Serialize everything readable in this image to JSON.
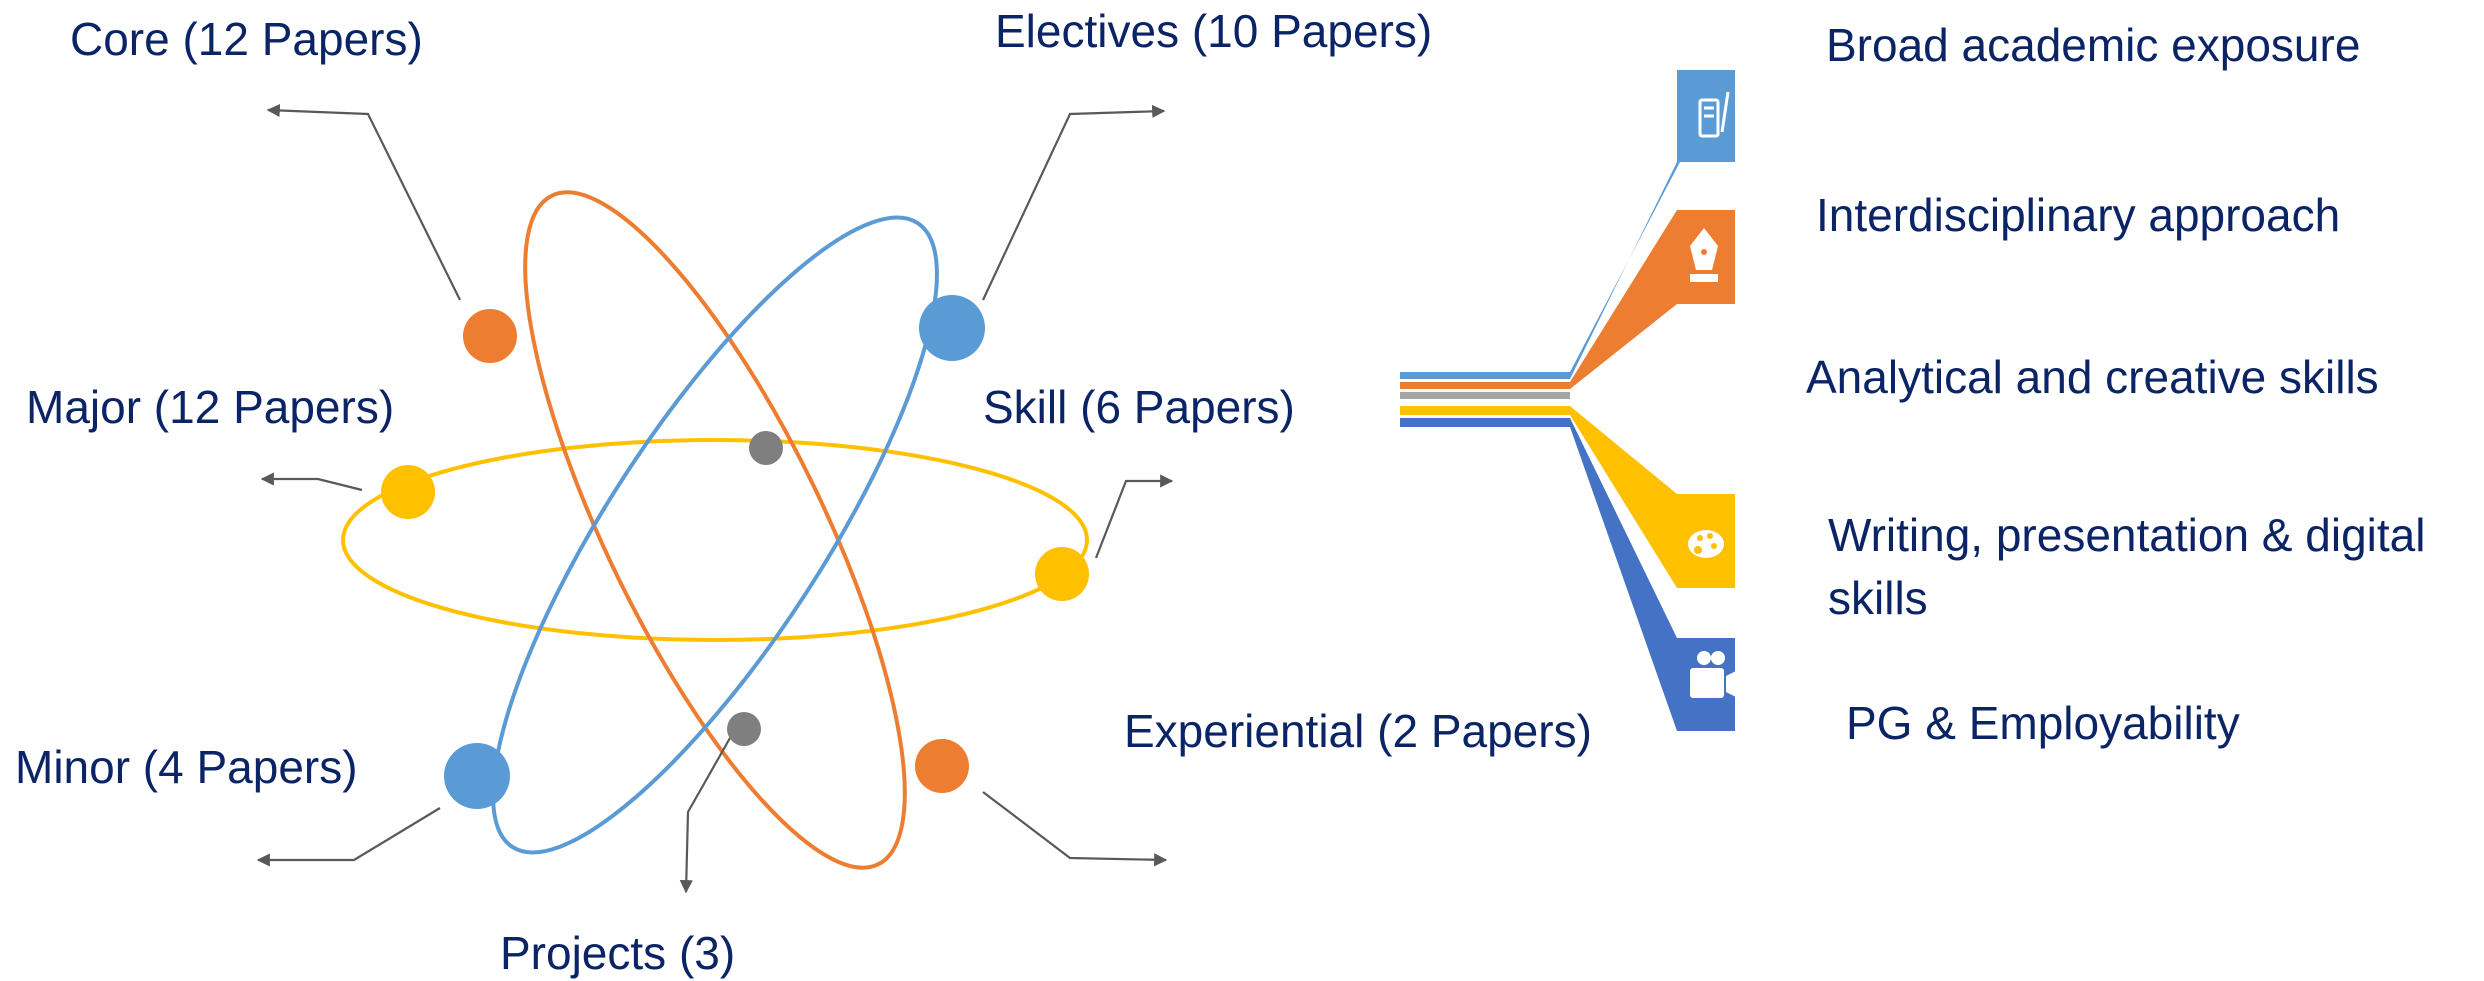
{
  "colors": {
    "text": "#0b2465",
    "orange": "#ed7d31",
    "blue": "#5b9bd5",
    "yellow": "#ffc000",
    "gray": "#7f7f7f",
    "dark_blue": "#4472c4",
    "arrow": "#595959"
  },
  "atom": {
    "labels": {
      "core": "Core (12 Papers)",
      "electives": "Electives (10 Papers)",
      "major": "Major (12 Papers)",
      "skill": "Skill (6 Papers)",
      "minor": "Minor (4 Papers)",
      "experiential": "Experiential (2 Papers)",
      "projects": "Projects (3)"
    }
  },
  "outcomes": {
    "items": [
      {
        "label": "Broad academic exposure",
        "color": "#5b9bd5",
        "icon": "pencil-cup-icon"
      },
      {
        "label": "Interdisciplinary approach",
        "color": "#ed7d31",
        "icon": "fountain-pen-icon"
      },
      {
        "label": "Analytical and creative  skills",
        "color": "#a5a5a5",
        "icon": ""
      },
      {
        "label": "Writing, presentation & digital skills",
        "color": "#ffc000",
        "icon": "palette-icon"
      },
      {
        "label": "PG & Employability",
        "color": "#4472c4",
        "icon": "video-camera-icon"
      }
    ]
  }
}
